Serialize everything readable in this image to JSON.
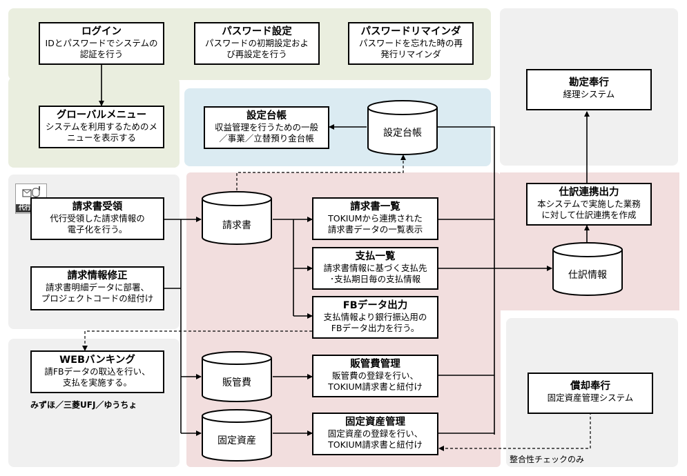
{
  "login": {
    "title": "ログイン",
    "desc1": "IDとパスワードでシステムの",
    "desc2": "認証を行う"
  },
  "password_setting": {
    "title": "パスワード設定",
    "desc1": "パスワードの初期設定およ",
    "desc2": "び再設定を行う"
  },
  "password_reminder": {
    "title": "パスワードリマインダ",
    "desc1": "パスワードを忘れた時の再",
    "desc2": "発行リマインダ"
  },
  "global_menu": {
    "title": "グローバルメニュー",
    "desc1": "システムを利用するためのメ",
    "desc2": "ニューを表示する"
  },
  "settings_ledger": {
    "title": "設定台帳",
    "desc1": "収益管理を行うための一般",
    "desc2": "／事業／立替預り金台帳"
  },
  "db_settings": {
    "label": "設定台帳"
  },
  "kanjo_bugyo": {
    "title": "勘定奉行",
    "desc1": "経理システム"
  },
  "proxy_icon": {
    "label": "代行受領"
  },
  "invoice_receipt": {
    "title": "請求書受領",
    "desc1": "代行受領した請求情報の",
    "desc2": "電子化を行う。"
  },
  "invoice_correction": {
    "title": "請求情報修正",
    "desc1": "請求書明細データに部署、",
    "desc2": "プロジェクトコードの紐付け"
  },
  "db_invoice": {
    "label": "請求書"
  },
  "invoice_list": {
    "title": "請求書一覧",
    "desc1": "TOKIUMから連携された",
    "desc2": "請求書データの一覧表示"
  },
  "payment_list": {
    "title": "支払一覧",
    "desc1": "請求書情報に基づく支払先",
    "desc2": "･支払期日毎の支払情報"
  },
  "fb_output": {
    "title": "FBデータ出力",
    "desc1": "支払情報より銀行振込用の",
    "desc2": "FBデータ出力を行う。"
  },
  "journal_output": {
    "title": "仕訳連携出力",
    "desc1": "本システムで実施した業務",
    "desc2": "に対して仕訳連携を作成"
  },
  "db_journal": {
    "label": "仕訳情報"
  },
  "web_banking": {
    "title": "WEBバンキング",
    "desc1": "請FBデータの取込を行い、",
    "desc2": "支払を実施する。"
  },
  "banks_note": "みずほ／三菱UFJ／ゆうちょ",
  "db_sga": {
    "label": "販管費"
  },
  "sga_mgmt": {
    "title": "販管費管理",
    "desc1": "販管費の登録を行い、",
    "desc2": "TOKIUM請求書と紐付け"
  },
  "db_fixed": {
    "label": "固定資産"
  },
  "fixed_mgmt": {
    "title": "固定資産管理",
    "desc1": "固定資産の登録を行い、",
    "desc2": "TOKIUM請求書と紐付け"
  },
  "shokyaku_bugyo": {
    "title": "償却奉行",
    "desc1": "固定資産管理システム"
  },
  "consistency_note": "整合性チェックのみ",
  "colors": {
    "green_zone": "#eaeedf",
    "blue_zone": "#dbebf2",
    "pink_zone": "#f2dede",
    "gray_zone": "#f0f0f0"
  }
}
